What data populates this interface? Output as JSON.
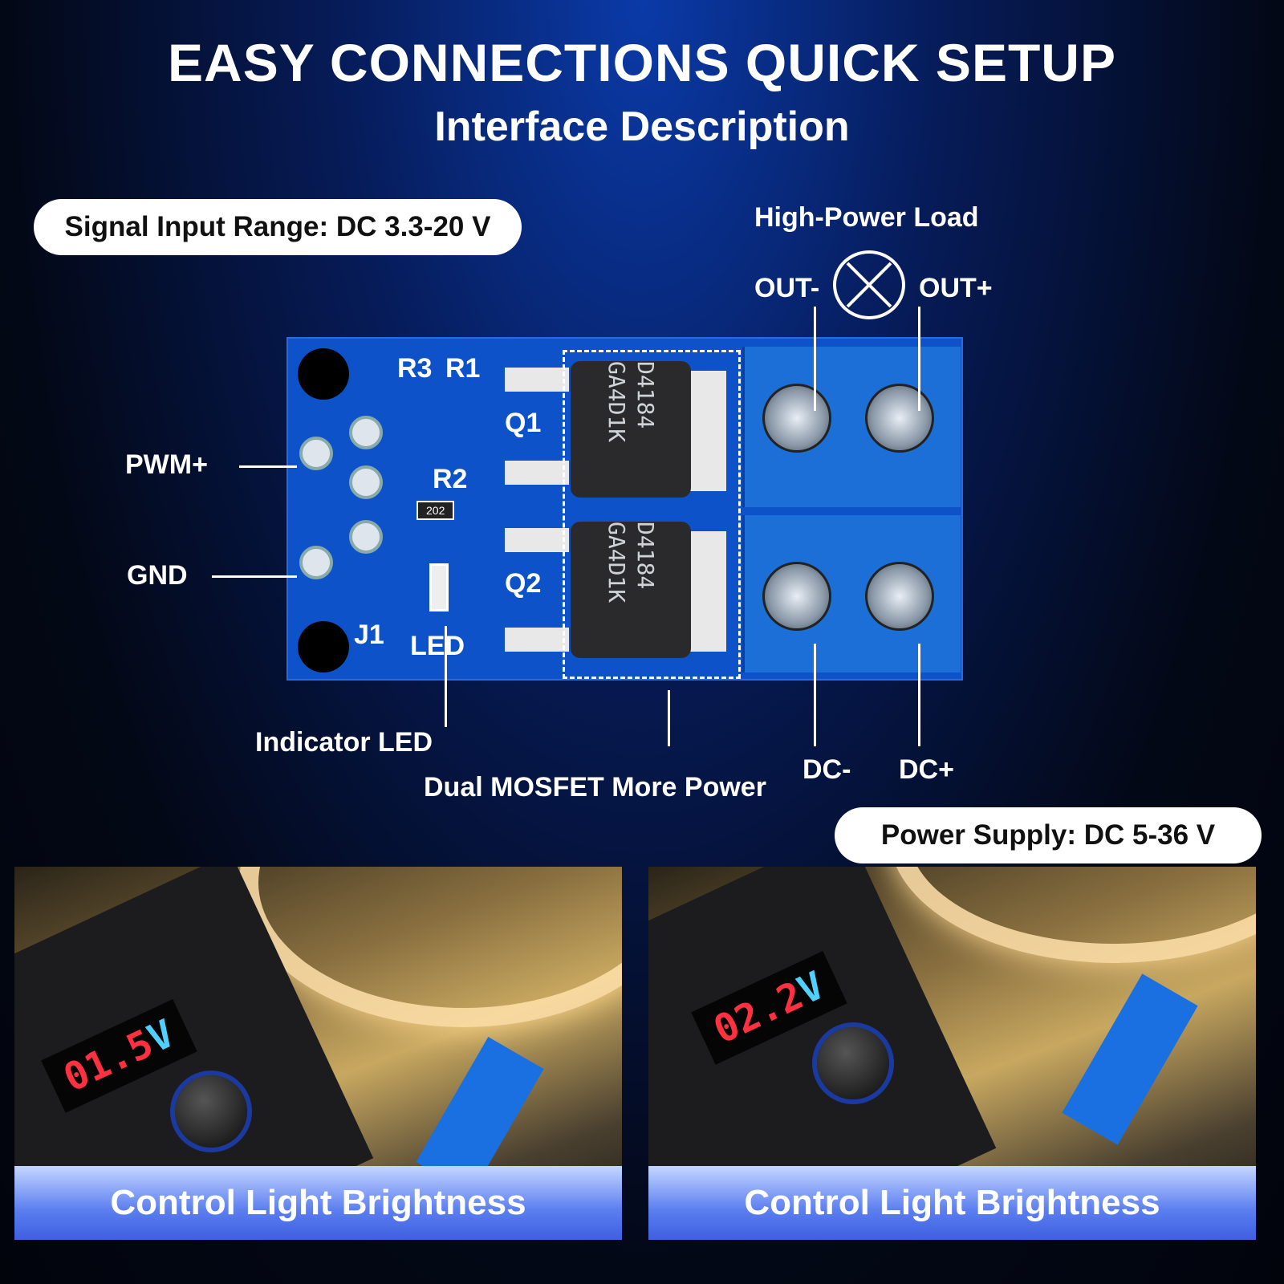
{
  "header": {
    "title": "EASY CONNECTIONS QUICK SETUP",
    "subtitle": "Interface Description"
  },
  "callouts": {
    "signal_range": "Signal Input Range: DC 3.3-20 V",
    "power_supply": "Power Supply: DC 5-36 V",
    "load": "High-Power Load",
    "out_minus": "OUT-",
    "out_plus": "OUT+",
    "pwm_plus": "PWM+",
    "gnd": "GND",
    "indicator_led": "Indicator LED",
    "dual_mosfet": "Dual MOSFET More Power",
    "dc_minus": "DC-",
    "dc_plus": "DC+"
  },
  "board": {
    "r3": "R3",
    "r1": "R1",
    "r2": "R2",
    "r2_code": "202",
    "q1": "Q1",
    "q2": "Q2",
    "led": "LED",
    "j1": "J1",
    "mosfet1": "D4184 GA4D1K",
    "mosfet2": "D4184 GA4D1K"
  },
  "photos": [
    {
      "display": "01.5",
      "unit": "V",
      "caption": "Control Light Brightness"
    },
    {
      "display": "02.2",
      "unit": "V",
      "caption": "Control Light Brightness"
    }
  ]
}
